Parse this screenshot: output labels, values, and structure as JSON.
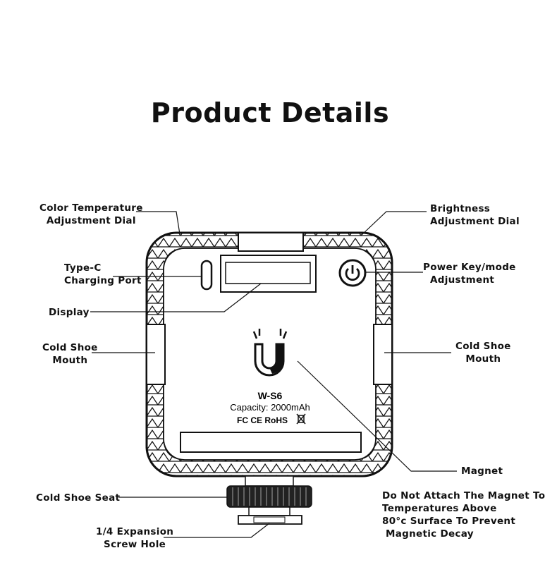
{
  "title": "Product Details",
  "device": {
    "model": "W-S6",
    "capacity": "Capacity: 2000mAh",
    "certifications": "FC CE RoHS"
  },
  "callouts": {
    "color_temp": [
      "Color Temperature",
      "Adjustment Dial"
    ],
    "brightness": [
      "Brightness",
      "Adjustment Dial"
    ],
    "type_c": [
      "Type-C",
      "Charging Port"
    ],
    "power": [
      "Power Key/mode",
      "Adjustment"
    ],
    "display": "Display",
    "cold_shoe_mouth_left": [
      "Cold Shoe",
      "Mouth"
    ],
    "cold_shoe_mouth_right": [
      "Cold Shoe",
      "Mouth"
    ],
    "magnet": "Magnet",
    "cold_shoe_seat": "Cold Shoe Seat",
    "expansion_hole": [
      "1/4 Expansion",
      "Screw Hole"
    ],
    "warning": [
      "Do Not Attach The Magnet To",
      "Temperatures Above",
      "80°c Surface To Prevent",
      " Magnetic Decay"
    ]
  }
}
